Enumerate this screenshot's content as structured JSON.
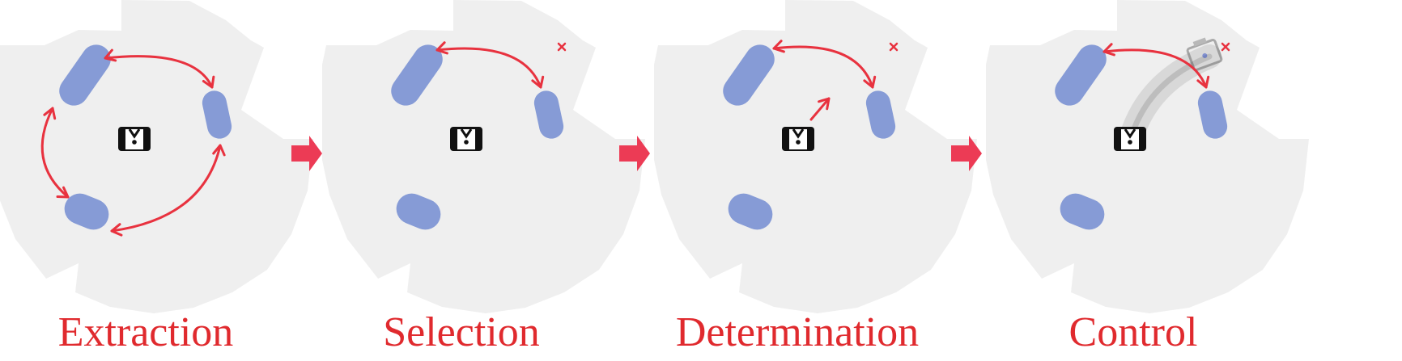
{
  "colors": {
    "background": "#ffffff",
    "region": "#efefef",
    "obstacle": "#869bd6",
    "arrow": "#e8323f",
    "flow_arrow": "#ec3b55",
    "robot": "#111111",
    "path": "#cfcfcf",
    "label": "#e02a2e"
  },
  "icons": {
    "robot": "robot-icon",
    "target": "target-cross-icon",
    "flow": "flow-arrow-icon"
  },
  "stages": [
    {
      "label": "Extraction"
    },
    {
      "label": "Selection"
    },
    {
      "label": "Determination"
    },
    {
      "label": "Control"
    }
  ]
}
